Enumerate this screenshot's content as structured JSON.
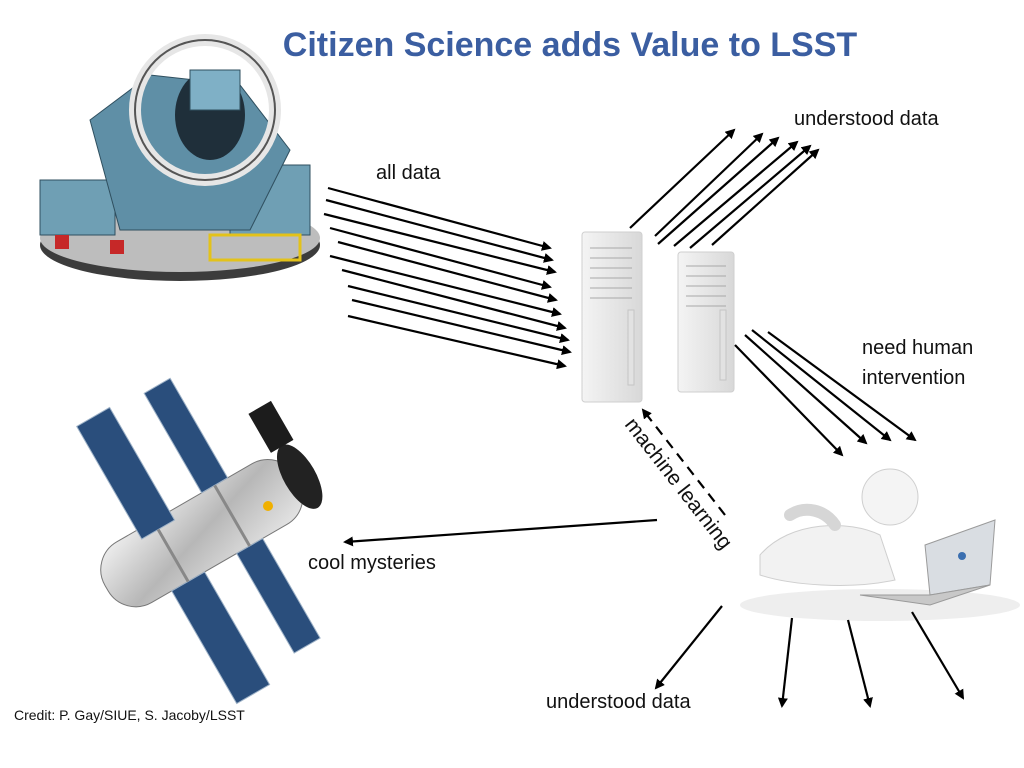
{
  "slide": {
    "title": "Citizen Science adds Value to LSST",
    "credit": "Credit:  P. Gay/SIUE, S. Jacoby/LSST"
  },
  "labels": {
    "all_data": "all data",
    "understood_data_top": "understood data",
    "need_human_1": "need human",
    "need_human_2": "intervention",
    "machine_learning": "machine learning",
    "cool_mysteries": "cool mysteries",
    "understood_data_bottom": "understood data"
  },
  "images": {
    "telescope": "lsst-telescope",
    "servers": "computer-servers",
    "satellite": "space-telescope",
    "person": "citizen-scientist-with-laptop"
  },
  "colors": {
    "title": "#3b5ea1",
    "telescope_body": "#6f9fb4",
    "satellite_panel": "#2a4e7c"
  }
}
